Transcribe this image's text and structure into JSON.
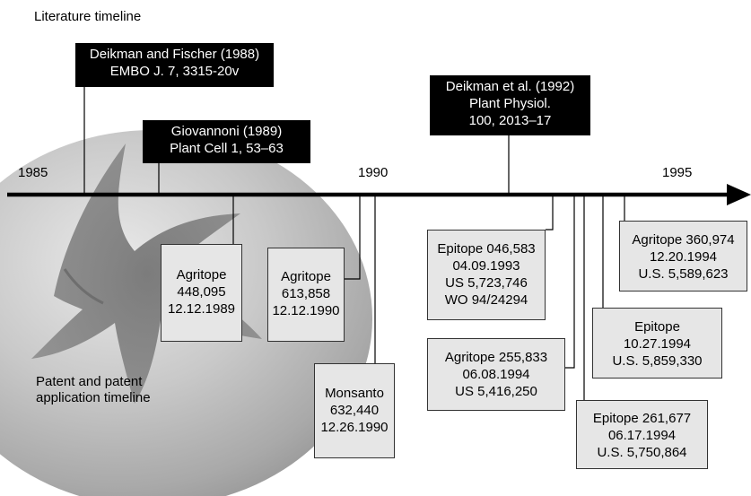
{
  "title": "Literature timeline",
  "patent_label": [
    "Patent and patent",
    "application timeline"
  ],
  "years": [
    "1985",
    "1990",
    "1995"
  ],
  "literature": [
    {
      "lines": [
        "Deikman and Fischer (1988)",
        "EMBO J.  7, 3315-20v"
      ]
    },
    {
      "lines": [
        "Giovannoni (1989)",
        "Plant Cell 1, 53–63"
      ]
    },
    {
      "lines": [
        "Deikman et al. (1992)",
        "Plant Physiol.",
        "100, 2013–17"
      ]
    }
  ],
  "patents": [
    {
      "lines": [
        "Agritope",
        "448,095",
        "12.12.1989"
      ]
    },
    {
      "lines": [
        "Agritope",
        "613,858",
        "12.12.1990"
      ]
    },
    {
      "lines": [
        "Monsanto",
        "632,440",
        "12.26.1990"
      ]
    },
    {
      "lines": [
        "Epitope 046,583",
        "04.09.1993",
        "US 5,723,746",
        "WO 94/24294"
      ]
    },
    {
      "lines": [
        "Agritope 255,833",
        "06.08.1994",
        "US 5,416,250"
      ]
    },
    {
      "lines": [
        "Epitope 261,677",
        "06.17.1994",
        "U.S. 5,750,864"
      ]
    },
    {
      "lines": [
        "Epitope",
        "10.27.1994",
        "U.S. 5,859,330"
      ]
    },
    {
      "lines": [
        "Agritope 360,974",
        "12.20.1994",
        "U.S. 5,589,623"
      ]
    }
  ]
}
